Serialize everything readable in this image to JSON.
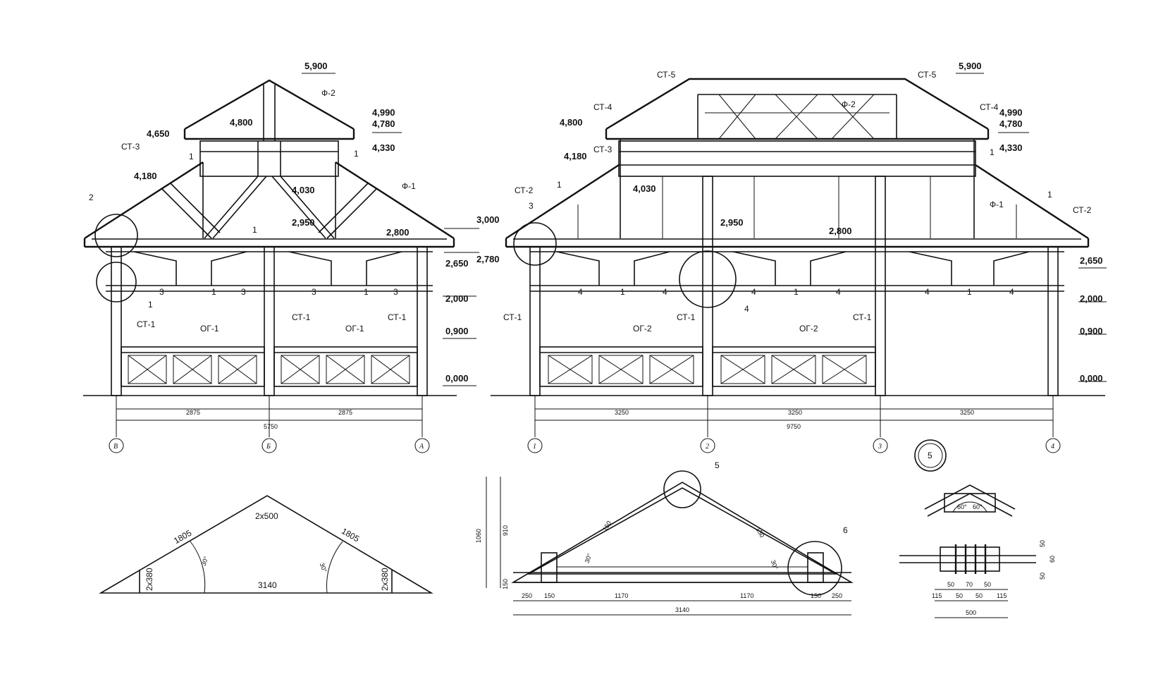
{
  "elevation_left": {
    "marks": [
      "5,900",
      "4,990",
      "4,780",
      "4,800",
      "4,650",
      "4,330",
      "4,180",
      "4,030",
      "3,000",
      "2,950",
      "2,800",
      "2,780",
      "2,650",
      "2,000",
      "0,900",
      "0,000"
    ],
    "tags": [
      "СТ-3",
      "Ф-2",
      "Ф-1",
      "СТ-1",
      "СТ-1",
      "СТ-1",
      "ОГ-1",
      "ОГ-1"
    ],
    "callouts": [
      "2",
      "1",
      "1",
      "1",
      "1",
      "3",
      "1",
      "3",
      "3",
      "1",
      "3"
    ],
    "dims": [
      "2875",
      "2875",
      "5750"
    ],
    "axes": [
      "В",
      "Б",
      "А"
    ]
  },
  "elevation_right": {
    "marks": [
      "5,900",
      "4,990",
      "4,780",
      "4,800",
      "4,330",
      "4,180",
      "4,030",
      "2,950",
      "2,800",
      "2,650",
      "2,000",
      "0,900",
      "0,000"
    ],
    "tags": [
      "СТ-5",
      "СТ-5",
      "СТ-4",
      "СТ-4",
      "Ф-2",
      "СТ-3",
      "СТ-2",
      "СТ-2",
      "Ф-1",
      "СТ-1",
      "СТ-1",
      "СТ-1",
      "ОГ-2",
      "ОГ-2"
    ],
    "callouts": [
      "1",
      "1",
      "1",
      "3",
      "4",
      "1",
      "4",
      "4",
      "4",
      "1",
      "4",
      "4",
      "1",
      "4"
    ],
    "dims": [
      "3250",
      "3250",
      "3250",
      "9750"
    ],
    "axes": [
      "1",
      "2",
      "3",
      "4"
    ],
    "node_marker": "5"
  },
  "truss_scheme": {
    "top_label": "2х500",
    "left_slope": "1805",
    "right_slope": "1805",
    "span": "3140",
    "left_post": "2х380",
    "right_post": "2х380",
    "angle_left": "30°",
    "angle_right": "30°"
  },
  "truss_detail": {
    "node_callouts": [
      "5",
      "6"
    ],
    "height_outer": "1060",
    "height_inner": "910",
    "height_base": "150",
    "bottom_dims": [
      "250",
      "150",
      "1170",
      "1170",
      "150",
      "250"
    ],
    "span": "3140",
    "member_left": "150",
    "member_right": "150",
    "angle_left": "30°",
    "angle_right": "30°"
  },
  "node_detail": {
    "angles": [
      "60°",
      "60°"
    ],
    "right_dims": [
      "50",
      "60",
      "50"
    ],
    "bottom_dims_top": [
      "50",
      "70",
      "50"
    ],
    "bottom_dims_mid": [
      "115",
      "50",
      "50",
      "115"
    ],
    "total": "500"
  }
}
